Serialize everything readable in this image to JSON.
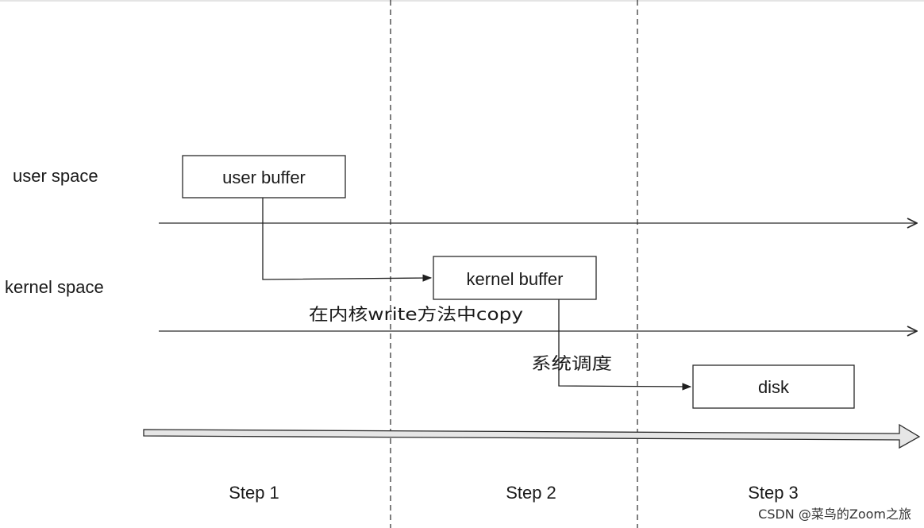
{
  "layers": {
    "user_space": "user space",
    "kernel_space": "kernel space"
  },
  "boxes": {
    "user_buffer": "user buffer",
    "kernel_buffer": "kernel buffer",
    "disk": "disk"
  },
  "annotations": {
    "copy_in_write": "在内核write方法中copy",
    "system_scheduling": "系统调度"
  },
  "steps": [
    "Step 1",
    "Step 2",
    "Step 3"
  ],
  "watermark": "CSDN @菜鸟的Zoom之旅",
  "colors": {
    "line": "#2a2a2a",
    "timeline_fill": "#e6e6e6",
    "background": "#ffffff"
  }
}
